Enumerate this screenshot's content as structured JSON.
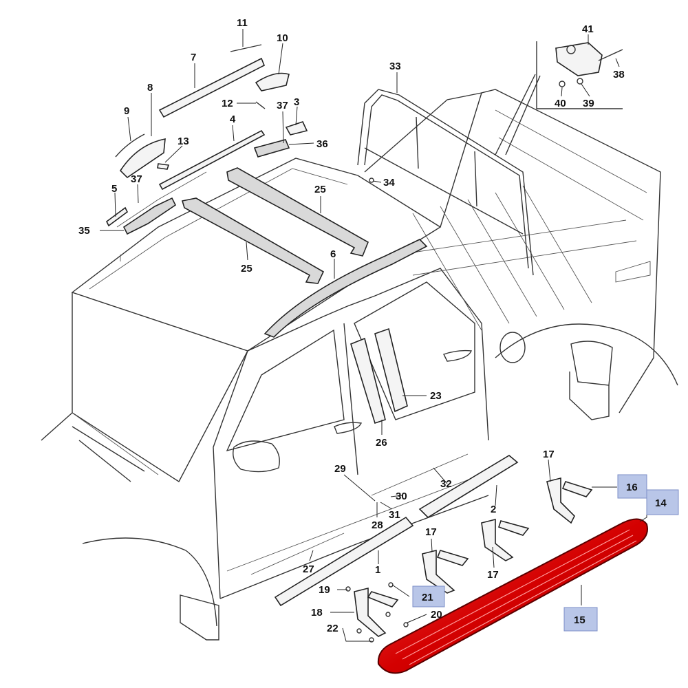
{
  "callouts": [
    {
      "id": "c1",
      "text": "1"
    },
    {
      "id": "c2",
      "text": "2"
    },
    {
      "id": "c3",
      "text": "3"
    },
    {
      "id": "c4",
      "text": "4"
    },
    {
      "id": "c5",
      "text": "5"
    },
    {
      "id": "c6",
      "text": "6"
    },
    {
      "id": "c7",
      "text": "7"
    },
    {
      "id": "c8",
      "text": "8"
    },
    {
      "id": "c9",
      "text": "9"
    },
    {
      "id": "c10",
      "text": "10"
    },
    {
      "id": "c11",
      "text": "11"
    },
    {
      "id": "c12",
      "text": "12"
    },
    {
      "id": "c13",
      "text": "13"
    },
    {
      "id": "c14",
      "text": "14",
      "highlighted": true
    },
    {
      "id": "c15",
      "text": "15",
      "highlighted": true
    },
    {
      "id": "c16",
      "text": "16",
      "highlighted": true
    },
    {
      "id": "c17a",
      "text": "17"
    },
    {
      "id": "c17b",
      "text": "17"
    },
    {
      "id": "c17c",
      "text": "17"
    },
    {
      "id": "c18",
      "text": "18"
    },
    {
      "id": "c19",
      "text": "19"
    },
    {
      "id": "c20",
      "text": "20"
    },
    {
      "id": "c21",
      "text": "21",
      "highlighted": true
    },
    {
      "id": "c22",
      "text": "22"
    },
    {
      "id": "c23",
      "text": "23"
    },
    {
      "id": "c25a",
      "text": "25"
    },
    {
      "id": "c25b",
      "text": "25"
    },
    {
      "id": "c26",
      "text": "26"
    },
    {
      "id": "c27",
      "text": "27"
    },
    {
      "id": "c28",
      "text": "28"
    },
    {
      "id": "c29",
      "text": "29"
    },
    {
      "id": "c30",
      "text": "30"
    },
    {
      "id": "c31",
      "text": "31"
    },
    {
      "id": "c32",
      "text": "32"
    },
    {
      "id": "c33",
      "text": "33"
    },
    {
      "id": "c34",
      "text": "34"
    },
    {
      "id": "c35",
      "text": "35"
    },
    {
      "id": "c36",
      "text": "36"
    },
    {
      "id": "c37a",
      "text": "37"
    },
    {
      "id": "c37b",
      "text": "37"
    },
    {
      "id": "c38",
      "text": "38"
    },
    {
      "id": "c39",
      "text": "39"
    },
    {
      "id": "c40",
      "text": "40"
    },
    {
      "id": "c41",
      "text": "41"
    }
  ],
  "colors": {
    "highlight_fill": "#b9c6e8",
    "running_board": "#d40000",
    "line": "#333333"
  }
}
